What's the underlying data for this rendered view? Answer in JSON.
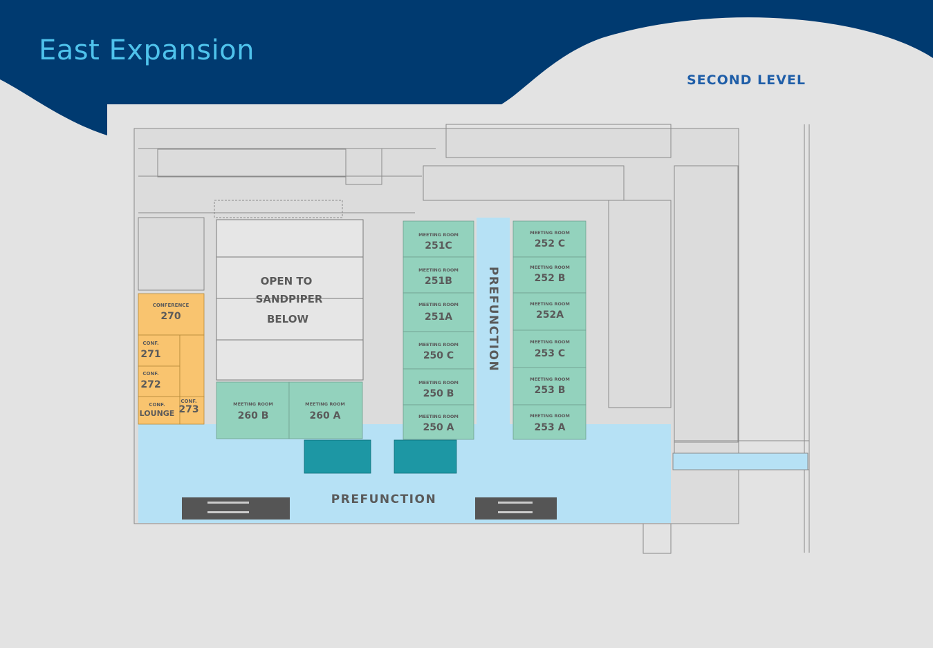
{
  "header": {
    "title": "East Expansion",
    "level": "SECOND LEVEL"
  },
  "colors": {
    "navy": "#003a70",
    "meeting_room": "#93d2bd",
    "prefunction": "#b6e1f5",
    "conference": "#f9c46f",
    "restroom": "#1d97a4",
    "background": "#e3e3e3"
  },
  "rooms": {
    "r251c": {
      "type": "MEETING ROOM",
      "num": "251C"
    },
    "r251b": {
      "type": "MEETING ROOM",
      "num": "251B"
    },
    "r251a": {
      "type": "MEETING ROOM",
      "num": "251A"
    },
    "r250c": {
      "type": "MEETING ROOM",
      "num": "250 C"
    },
    "r250b": {
      "type": "MEETING ROOM",
      "num": "250 B"
    },
    "r250a": {
      "type": "MEETING ROOM",
      "num": "250 A"
    },
    "r252c": {
      "type": "MEETING ROOM",
      "num": "252 C"
    },
    "r252b": {
      "type": "MEETING ROOM",
      "num": "252 B"
    },
    "r252a": {
      "type": "MEETING ROOM",
      "num": "252A"
    },
    "r253c": {
      "type": "MEETING ROOM",
      "num": "253 C"
    },
    "r253b": {
      "type": "MEETING ROOM",
      "num": "253 B"
    },
    "r253a": {
      "type": "MEETING ROOM",
      "num": "253 A"
    },
    "r260b": {
      "type": "MEETING ROOM",
      "num": "260 B"
    },
    "r260a": {
      "type": "MEETING ROOM",
      "num": "260 A"
    }
  },
  "conf": {
    "c270_label": "CONFERENCE",
    "c270_num": "270",
    "c271_label": "CONF.",
    "c271_num": "271",
    "c272_label": "CONF.",
    "c272_num": "272",
    "c273_label": "CONF.",
    "c273_num": "273",
    "lounge_label": "CONF.",
    "lounge_name": "LOUNGE"
  },
  "areas": {
    "open_line1": "OPEN TO",
    "open_line2": "SANDPIPER",
    "open_line3": "BELOW",
    "prefunction_main": "PREFUNCTION",
    "prefunction_vertical": "PREFUNCTION"
  }
}
